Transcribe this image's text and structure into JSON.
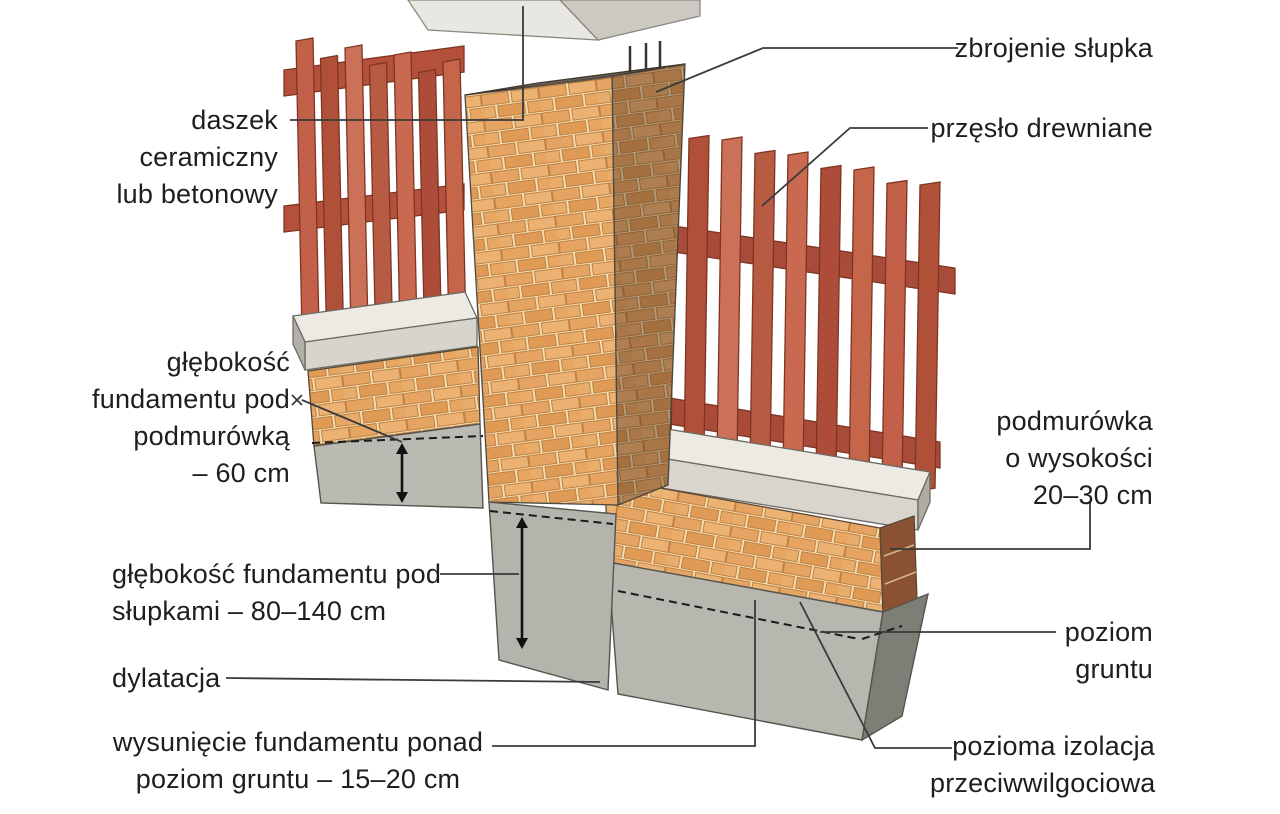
{
  "diagram": {
    "subject": "fence-construction-cross-section"
  },
  "labels": {
    "zbrojenie": {
      "lines": [
        "zbrojenie słupka"
      ]
    },
    "przeslo": {
      "lines": [
        "przęsło drewniane"
      ]
    },
    "daszek": {
      "lines": [
        "daszek",
        "ceramiczny",
        "lub betonowy"
      ]
    },
    "fundament_podmurowka": {
      "lines": [
        "głębokość",
        "fundamentu pod",
        "podmurówką",
        "– 60 cm"
      ]
    },
    "fundament_slupki": {
      "lines": [
        "głębokość fundamentu pod",
        "słupkami – 80–140 cm"
      ]
    },
    "dylatacja": {
      "lines": [
        "dylatacja"
      ]
    },
    "wysuniecie": {
      "lines": [
        "wysunięcie fundamentu ponad",
        "poziom gruntu – 15–20 cm"
      ]
    },
    "podmurowka": {
      "lines": [
        "podmurówka",
        "o wysokości",
        "20–30 cm"
      ]
    },
    "poziom_gruntu": {
      "lines": [
        "poziom",
        "gruntu"
      ]
    },
    "izolacja": {
      "lines": [
        "pozioma izolacja",
        "przeciwwilgociowa"
      ]
    }
  },
  "colors": {
    "background": "#ffffff",
    "text": "#1e1e1e",
    "leader_line": "#3b3b3b",
    "brick": "#e2a05e",
    "brick_mortar": "#f3ddb2",
    "picket_wood": "#bf5c46",
    "concrete_cap": "#eceae3",
    "foundation": "#b7b6af"
  }
}
